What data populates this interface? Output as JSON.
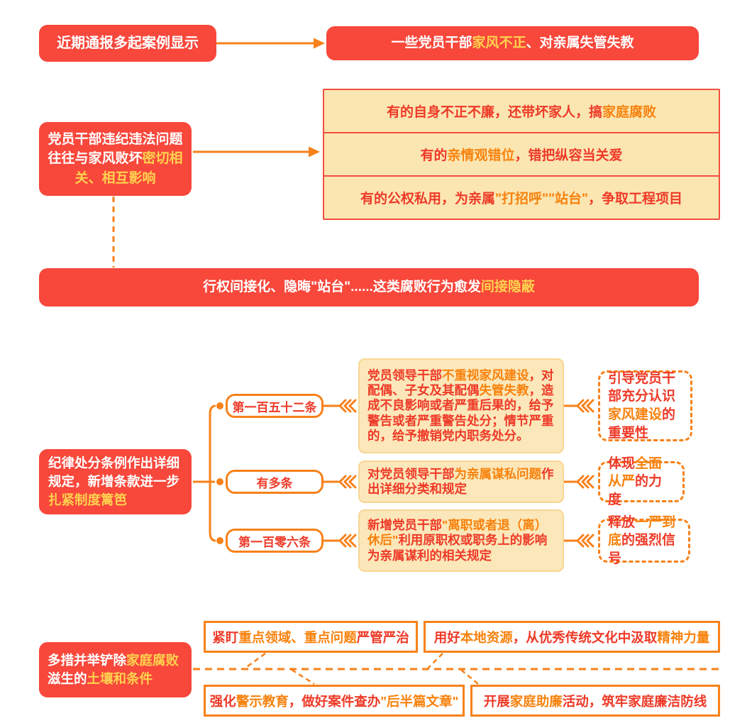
{
  "colors": {
    "red-bg": "#F8473B",
    "gold": "#FFD24E",
    "red-text": "#EE3A28",
    "orange-text": "#F8820D",
    "line": "#F7811A",
    "tan-bg": "#FBE6B2",
    "tan-border": "#F2503E",
    "card-bg": "#FBE7B9",
    "card-border": "#F6D694"
  },
  "top": {
    "source": "近期通报多起案例显示",
    "result": [
      {
        "t": "一些党员干部",
        "c": "white"
      },
      {
        "t": "家风不正",
        "c": "gold"
      },
      {
        "t": "、对亲属失管失教",
        "c": "white"
      }
    ]
  },
  "problem": {
    "left": [
      {
        "t": "党员干部违纪违法问题往往与家风败坏",
        "c": "white"
      },
      {
        "t": "密切相关、相互影响",
        "c": "gold"
      }
    ],
    "cases": [
      [
        {
          "t": "有的自身不正不廉，还带坏家人，搞",
          "c": "red"
        },
        {
          "t": "家庭腐败",
          "c": "orange"
        }
      ],
      [
        {
          "t": "有的",
          "c": "red"
        },
        {
          "t": "亲情观错位",
          "c": "orange"
        },
        {
          "t": "，错把纵容当关爱",
          "c": "red"
        }
      ],
      [
        {
          "t": "有的公权私用，为亲属",
          "c": "red"
        },
        {
          "t": "\"打招呼\"\"站台\"",
          "c": "orange"
        },
        {
          "t": "，争取工程项目",
          "c": "red"
        }
      ]
    ],
    "summary": [
      {
        "t": "行权间接化、隐晦\"站台\"......这类腐败行为愈发",
        "c": "white"
      },
      {
        "t": "间接隐蔽",
        "c": "gold"
      }
    ]
  },
  "regulation": {
    "left": [
      {
        "t": "纪律处分条例作出详细规定，新增条款进一步",
        "c": "white"
      },
      {
        "t": "扎紧制度篱笆",
        "c": "gold"
      }
    ],
    "rows": [
      {
        "article": "第一百五十二条",
        "detail": [
          {
            "t": "党员领导干部",
            "c": "red"
          },
          {
            "t": "不重视家风建设",
            "c": "orange"
          },
          {
            "t": "，对配偶、子女及其配偶",
            "c": "red"
          },
          {
            "t": "失管失教",
            "c": "orange"
          },
          {
            "t": "，造成不良影响或者严重后果的，给予警告或者严重警告处分；情节严重的，给予撤销党内职务处分。",
            "c": "red"
          }
        ],
        "note": [
          {
            "t": "引导党员干部充分认识",
            "c": "red"
          },
          {
            "t": "家风建设",
            "c": "orange"
          },
          {
            "t": "的重要性",
            "c": "red"
          }
        ]
      },
      {
        "article": "有多条",
        "detail": [
          {
            "t": "对党员领导干部",
            "c": "red"
          },
          {
            "t": "为亲属谋私问题",
            "c": "orange"
          },
          {
            "t": "作出详细分类和规定",
            "c": "red"
          }
        ],
        "note": [
          {
            "t": "体现",
            "c": "red"
          },
          {
            "t": "全面从严",
            "c": "orange"
          },
          {
            "t": "的力度",
            "c": "red"
          }
        ]
      },
      {
        "article": "第一百零六条",
        "detail": [
          {
            "t": "新增党员干部",
            "c": "red"
          },
          {
            "t": "\"离职或者退（离）休后\"",
            "c": "orange"
          },
          {
            "t": "利用原职权或职务上的影响为亲属谋利的相关规定",
            "c": "red"
          }
        ],
        "note": [
          {
            "t": "释放",
            "c": "red"
          },
          {
            "t": "一严到底",
            "c": "orange"
          },
          {
            "t": "的强烈信号",
            "c": "red"
          }
        ]
      }
    ]
  },
  "measures": {
    "left": [
      {
        "t": "多措并举铲除",
        "c": "white"
      },
      {
        "t": "家庭腐败",
        "c": "gold"
      },
      {
        "t": "滋生的",
        "c": "white"
      },
      {
        "t": "土壤和条件",
        "c": "gold"
      }
    ],
    "items": [
      [
        {
          "t": "紧盯",
          "c": "red"
        },
        {
          "t": "重点领域、重点问题",
          "c": "orange"
        },
        {
          "t": "严管严治",
          "c": "red"
        }
      ],
      [
        {
          "t": "用好",
          "c": "red"
        },
        {
          "t": "本地资源",
          "c": "orange"
        },
        {
          "t": "，从优秀传统文化中汲取",
          "c": "red"
        },
        {
          "t": "精神力量",
          "c": "orange"
        }
      ],
      [
        {
          "t": "强化",
          "c": "red"
        },
        {
          "t": "警示教育",
          "c": "orange"
        },
        {
          "t": "，做好案件查办",
          "c": "red"
        },
        {
          "t": "\"后半篇文章\"",
          "c": "orange"
        }
      ],
      [
        {
          "t": "开展",
          "c": "red"
        },
        {
          "t": "家庭助廉",
          "c": "orange"
        },
        {
          "t": "活动，筑牢家庭廉洁防线",
          "c": "red"
        }
      ]
    ]
  }
}
